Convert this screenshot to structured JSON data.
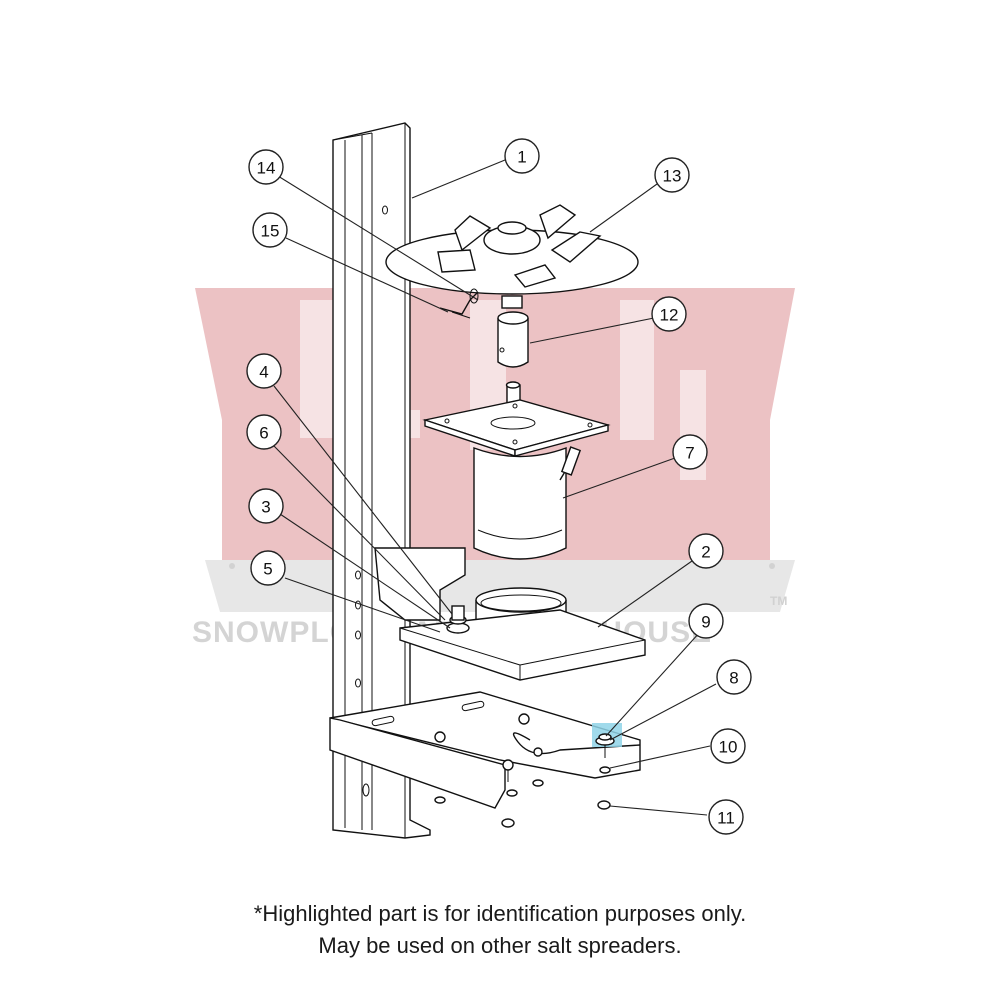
{
  "watermark": {
    "text": "SNOWPLOW PARTS WAREHOUSE",
    "tm": "TM",
    "logo_color": "#e8b7b9"
  },
  "highlight_color": "#8fd3e8",
  "callouts": [
    "1",
    "2",
    "3",
    "4",
    "5",
    "6",
    "7",
    "8",
    "9",
    "10",
    "11",
    "12",
    "13",
    "14",
    "15"
  ],
  "caption": {
    "line1": "*Highlighted part is for identification purposes only.",
    "line2": "May be used on other salt spreaders."
  }
}
